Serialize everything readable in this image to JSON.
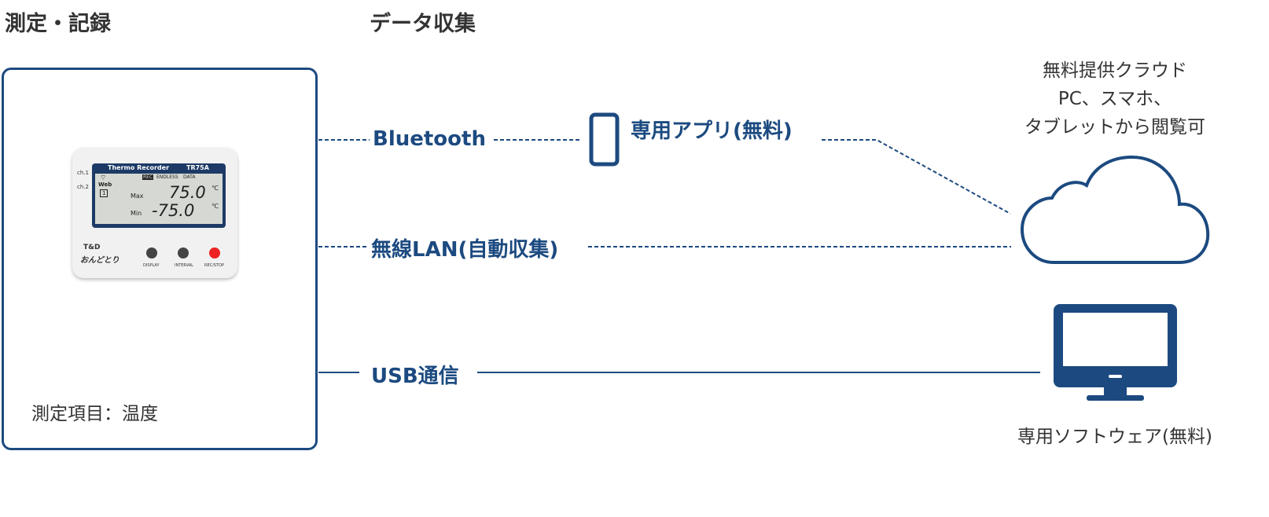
{
  "headers": {
    "measure": "測定・記録",
    "collect": "データ収集"
  },
  "device": {
    "screen_title": "Thermo Recorder",
    "model": "TR75A",
    "rec": "REC",
    "endless": "ENDLESS",
    "data": "DATA",
    "web": "Web",
    "channel": "1",
    "max_label": "Max",
    "max_value": "75.0",
    "min_label": "Min",
    "min_value": "-75.0",
    "unit": "℃",
    "brand": "T&D",
    "brand_jp": "おんどとり",
    "buttons": [
      "DISPLAY",
      "INTERVAL",
      "REC/STOP"
    ],
    "ch1": "ch.1",
    "ch2": "ch.2"
  },
  "measure_item": "測定項目：温度",
  "links": {
    "bluetooth": "Bluetooth",
    "app": "専用アプリ(無料)",
    "wlan": "無線LAN(自動収集)",
    "usb": "USB通信"
  },
  "cloud_caption": [
    "無料提供クラウド",
    "PC、スマホ、",
    "タブレットから閲覧可"
  ],
  "pc_caption": "専用ソフトウェア(無料)",
  "colors": {
    "accent": "#1c4a80",
    "text": "#333333"
  }
}
